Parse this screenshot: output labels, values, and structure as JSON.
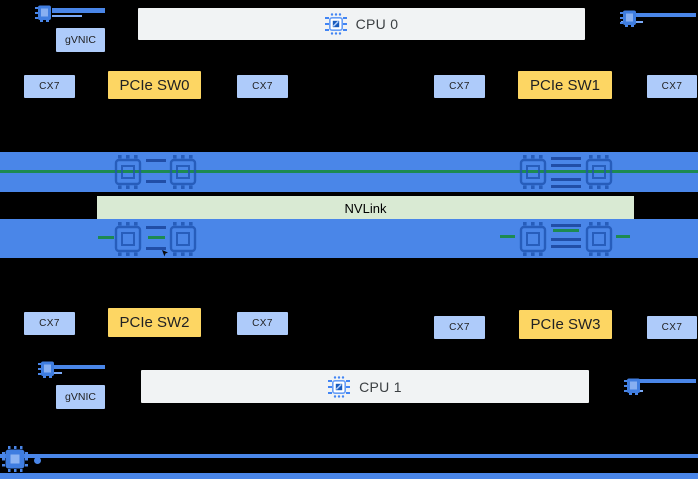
{
  "diagram": {
    "background": "#000000",
    "top": {
      "gvnic": "gVNIC",
      "cpu": "CPU 0",
      "nics": [
        "CX7",
        "CX7",
        "CX7",
        "CX7"
      ],
      "switches": [
        "PCIe SW0",
        "PCIe SW1"
      ]
    },
    "interconnect": {
      "nvlink": "NVLink",
      "gpu_bars": 2,
      "gpu_chips_per_bar": 4
    },
    "bottom": {
      "gvnic": "gVNIC",
      "cpu": "CPU 1",
      "nics": [
        "CX7",
        "CX7",
        "CX7",
        "CX7"
      ],
      "switches": [
        "PCIe SW2",
        "PCIe SW3"
      ]
    },
    "colors": {
      "gpu_bar": "#4a86e8",
      "nic_box": "#aecbfa",
      "pcie_switch_box": "#fdd663",
      "cpu_box": "#f1f3f4",
      "nvlink_bar": "#d9ead3",
      "nvlink_link_line": "#1d8a51",
      "chip_dark_blue": "#185abc",
      "background": "#000000"
    },
    "icons": {
      "cpu": "cpu-chip-icon",
      "gpu": "gpu-chip-icon",
      "nic_port": "nic-port-icon",
      "network_chip": "network-chip-icon"
    }
  }
}
